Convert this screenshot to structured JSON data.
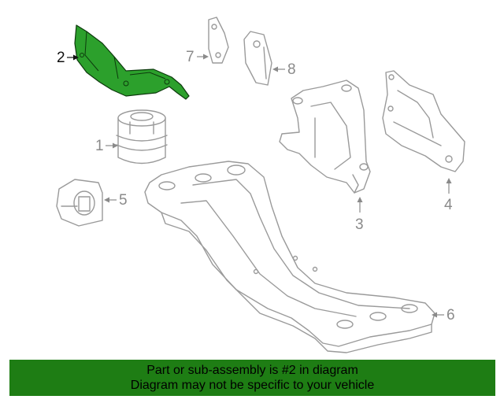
{
  "diagram": {
    "callouts": [
      {
        "id": "1",
        "label": "1"
      },
      {
        "id": "2",
        "label": "2"
      },
      {
        "id": "3",
        "label": "3"
      },
      {
        "id": "4",
        "label": "4"
      },
      {
        "id": "5",
        "label": "5"
      },
      {
        "id": "6",
        "label": "6"
      },
      {
        "id": "7",
        "label": "7"
      },
      {
        "id": "8",
        "label": "8"
      }
    ],
    "highlighted_part": "2",
    "colors": {
      "highlight_fill": "#2ca02c",
      "part_stroke": "#9a9a9a",
      "banner_bg": "#1e7d14"
    }
  },
  "banner": {
    "line1": "Part or sub-assembly is #2 in diagram",
    "line2": "Diagram may not be specific to your vehicle"
  }
}
